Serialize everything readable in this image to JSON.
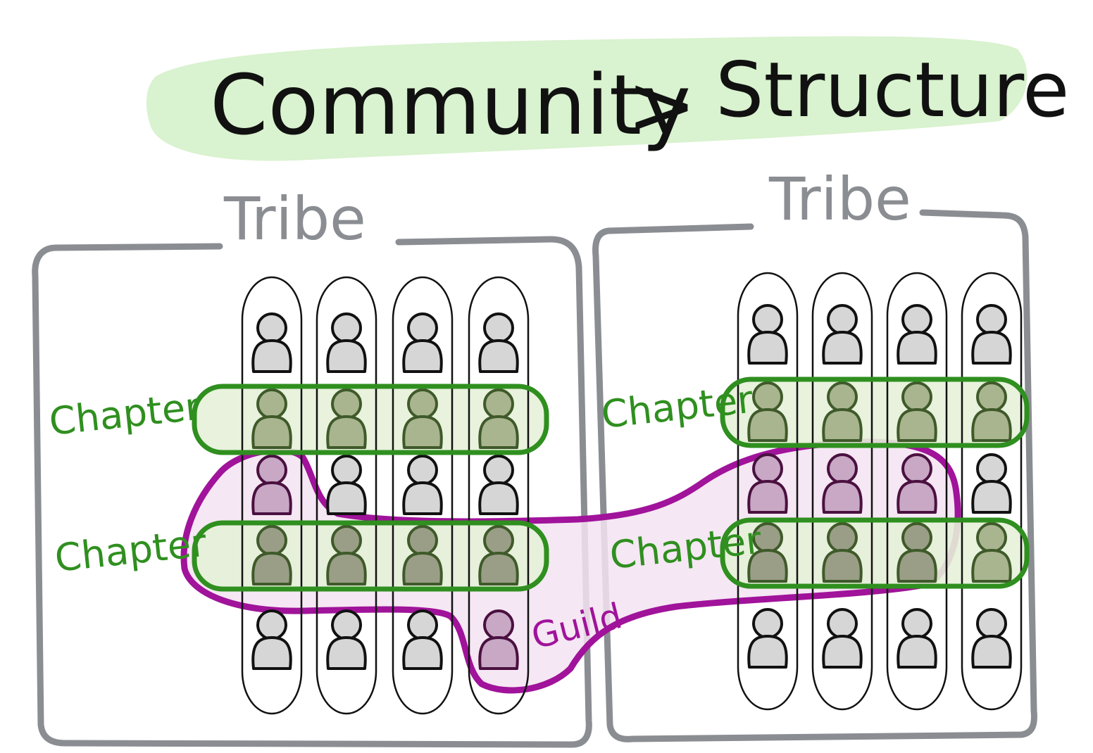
{
  "title": {
    "left": "Community",
    "separator": ">",
    "right": "Structure"
  },
  "tribes": [
    {
      "label": "Tribe",
      "squads": 4,
      "members_per_squad": 5
    },
    {
      "label": "Tribe",
      "squads": 4,
      "members_per_squad": 5
    }
  ],
  "chapters": [
    {
      "label": "Chapter",
      "tribe": 0,
      "row": 1
    },
    {
      "label": "Chapter",
      "tribe": 0,
      "row": 3
    },
    {
      "label": "Chapter",
      "tribe": 1,
      "row": 1
    },
    {
      "label": "Chapter",
      "tribe": 1,
      "row": 3
    }
  ],
  "guild": {
    "label": "Guild",
    "members": [
      {
        "tribe": 0,
        "squad": 0,
        "row": 2
      },
      {
        "tribe": 0,
        "squad": 0,
        "row": 3
      },
      {
        "tribe": 0,
        "squad": 1,
        "row": 3
      },
      {
        "tribe": 0,
        "squad": 2,
        "row": 3
      },
      {
        "tribe": 0,
        "squad": 3,
        "row": 3
      },
      {
        "tribe": 0,
        "squad": 3,
        "row": 4
      },
      {
        "tribe": 1,
        "squad": 0,
        "row": 2
      },
      {
        "tribe": 1,
        "squad": 0,
        "row": 3
      },
      {
        "tribe": 1,
        "squad": 1,
        "row": 2
      },
      {
        "tribe": 1,
        "squad": 1,
        "row": 3
      },
      {
        "tribe": 1,
        "squad": 2,
        "row": 2
      },
      {
        "tribe": 1,
        "squad": 2,
        "row": 3
      }
    ]
  },
  "colors": {
    "title_highlight": "#d9f2cf",
    "title_ink": "#111111",
    "tribe_frame": "#8a8d91",
    "chapter": "#2f8f1f",
    "chapter_fill": "#e6f1d8",
    "guild": "#a0139a",
    "guild_fill": "#f3e3f1",
    "person_fill": "#d6d6d6",
    "person_chapter_fill": "#a9b58f",
    "person_guild_fill": "#c8a8c4",
    "person_both_fill": "#9a9e86",
    "squad_outline": "#111111"
  }
}
